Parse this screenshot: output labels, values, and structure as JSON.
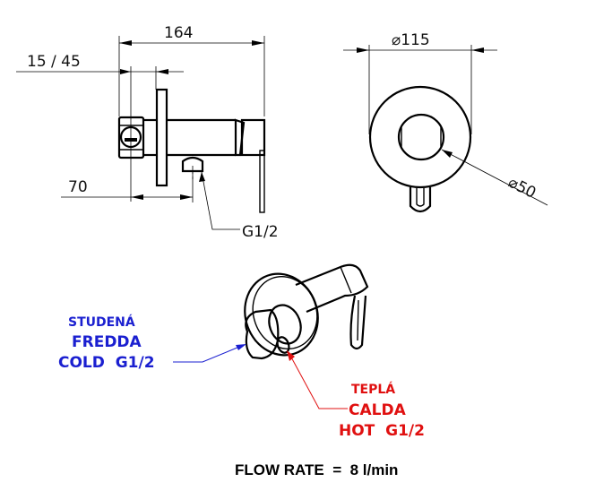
{
  "drawing": {
    "side_view": {
      "dim_overall_length": "164",
      "dim_wall_depth": "15 / 45",
      "dim_outlet_offset": "70",
      "outlet_thread": "G1/2"
    },
    "front_view": {
      "dim_plate_diameter": "⌀115",
      "dim_body_diameter": "⌀50"
    },
    "iso_view": {
      "cold_label": [
        "STUDENÁ",
        "FREDDA",
        "COLD  G1/2"
      ],
      "hot_label": [
        "TEPLÁ",
        "CALDA",
        "HOT  G1/2"
      ],
      "cold_color": "#1a1fd0",
      "hot_color": "#e01010"
    },
    "flow_rate": "FLOW RATE  =  8 l/min"
  }
}
